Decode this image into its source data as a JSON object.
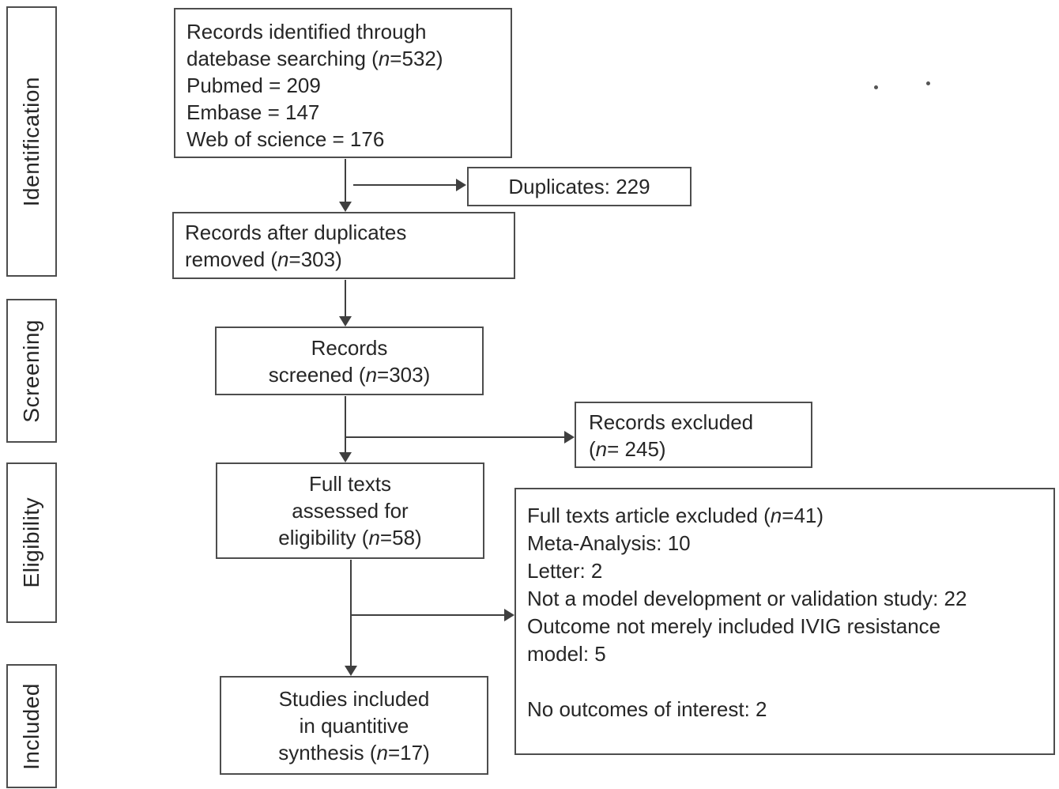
{
  "figure": {
    "type": "prisma-flow-diagram",
    "text_color": "#262626",
    "line_color": "#3f3f3f",
    "border_color": "#4d4d4d"
  },
  "stages": [
    {
      "label": "Identification"
    },
    {
      "label": "Screening"
    },
    {
      "label": "Eligibility"
    },
    {
      "label": "Included"
    }
  ],
  "boxes": {
    "identified": {
      "lines": [
        "Records identified through",
        "datebase searching (*n*=532)",
        "Pubmed = 209",
        "Embase = 147",
        "Web of science = 176"
      ]
    },
    "duplicates": {
      "lines": [
        "Duplicates: 229"
      ]
    },
    "after_duplicates": {
      "lines": [
        "Records after duplicates",
        "removed (*n*=303)"
      ]
    },
    "screened": {
      "lines": [
        "Records",
        "screened (*n*=303)"
      ]
    },
    "records_excluded": {
      "lines": [
        "Records excluded",
        "(*n*= 245)"
      ]
    },
    "full_texts": {
      "lines": [
        "Full texts",
        "assessed for",
        "eligibility (*n*=58)"
      ]
    },
    "full_texts_excluded": {
      "lines": [
        "Full texts article excluded (*n*=41)",
        "Meta-Analysis: 10",
        "Letter: 2",
        "Not a model development or validation study: 22",
        "Outcome not merely included IVIG resistance",
        "model: 5",
        "",
        "No outcomes of interest: 2"
      ]
    },
    "included_studies": {
      "lines": [
        "Studies included",
        "in quantitive",
        "synthesis (*n*=17)"
      ]
    }
  }
}
